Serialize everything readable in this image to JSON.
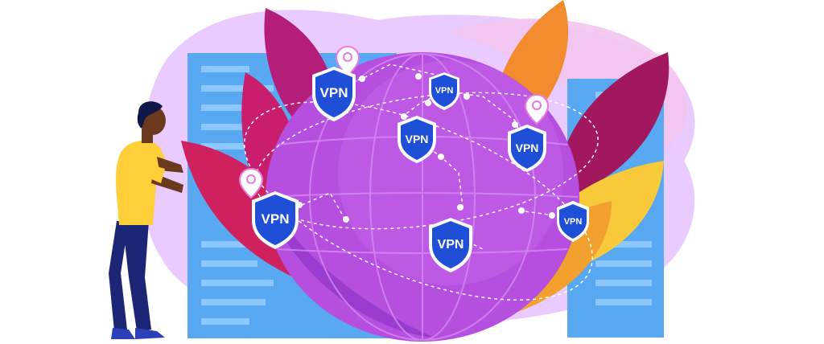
{
  "illustration": {
    "shield_label": "VPN",
    "colors": {
      "globe": "#b64ee0",
      "globe_dark": "#8a2fc4",
      "blob": "#e0b6ff",
      "panel": "#59a9f2",
      "panel_line": "#8cc8ff",
      "leaf_magenta": "#c01b78",
      "leaf_orange": "#f28a2e",
      "leaf_yellow": "#f7c93b",
      "shield_blue": "#1e4fd6",
      "shirt": "#ffcf3a",
      "pants": "#1d2577",
      "skin": "#6b3a1e",
      "hair": "#0f1748",
      "route": "#ffffff"
    },
    "icons": [
      "person-figure",
      "globe-icon",
      "vpn-shield-icon",
      "location-pin-icon",
      "server-panel",
      "leaf-decoration"
    ]
  }
}
